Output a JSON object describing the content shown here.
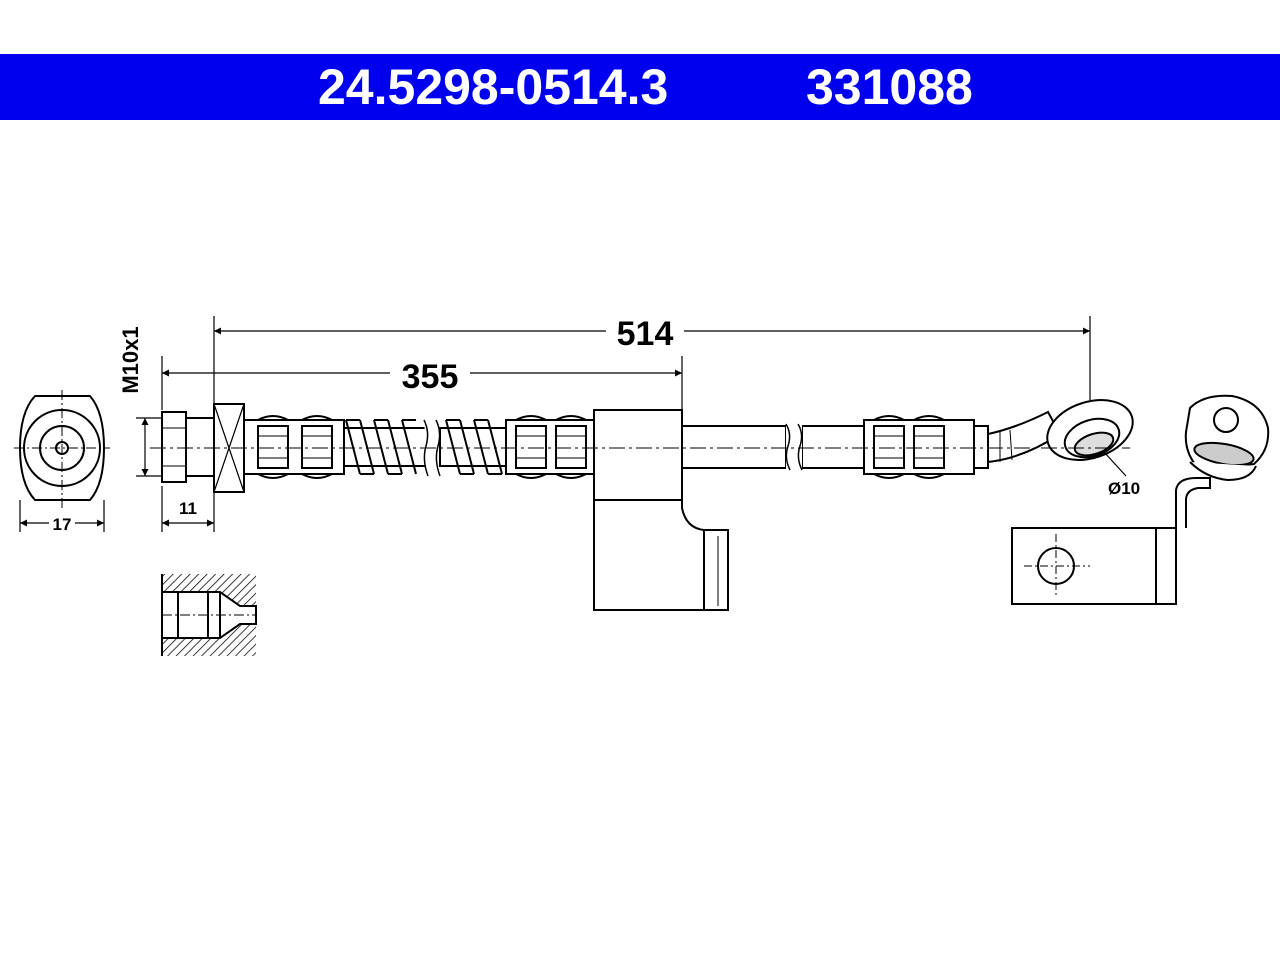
{
  "header": {
    "part_number": "24.5298-0514.3",
    "reference_number": "331088",
    "background_color": "#0000ee",
    "text_color": "#ffffff"
  },
  "dimensions": {
    "overall_length": "514",
    "bracket_position": "355",
    "thread": "M10x1",
    "fitting_length": "11",
    "hex_size": "17",
    "banjo_bore": "Ø10"
  }
}
